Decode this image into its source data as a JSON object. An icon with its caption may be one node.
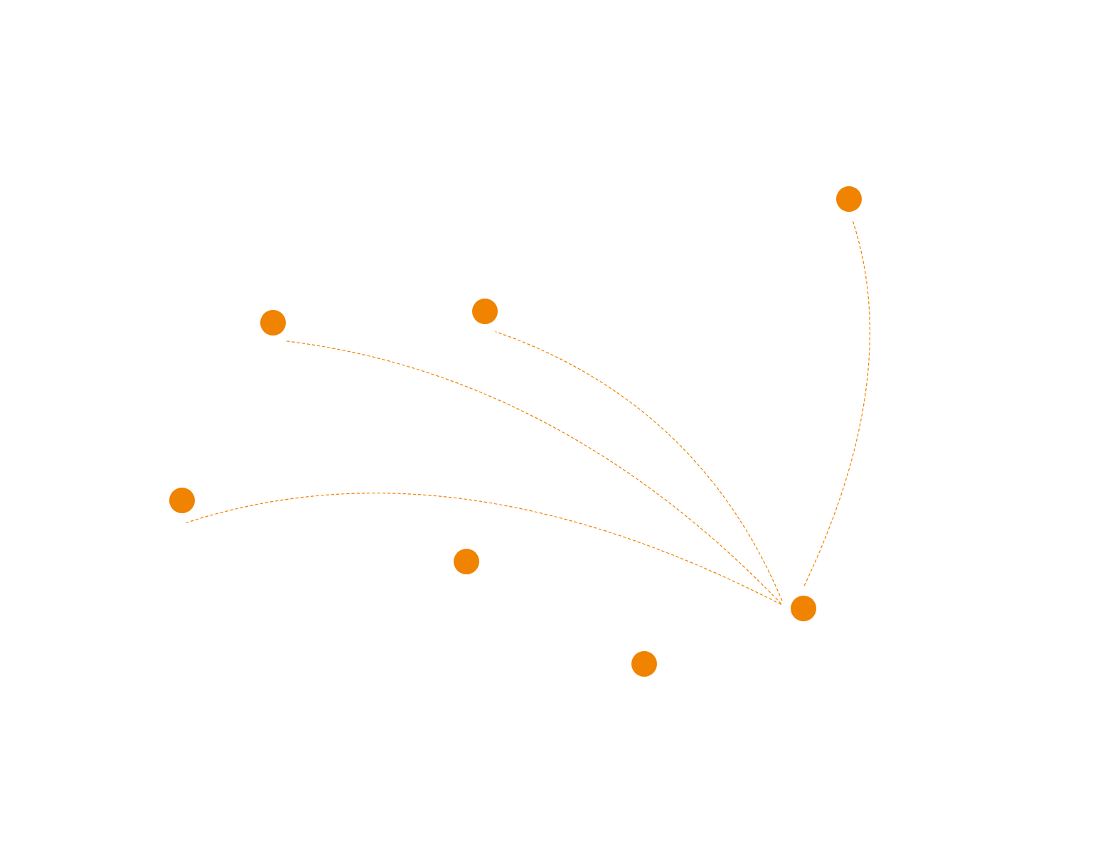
{
  "diagram": {
    "nodes": [
      {
        "text": [],
        "shape": "circle"
      },
      {
        "text": [],
        "shape": "circle"
      },
      {
        "text": [],
        "shape": "circle"
      },
      {
        "text": [],
        "shape": "circle"
      },
      {
        "text": [],
        "shape": "circle"
      },
      {
        "text": [],
        "shape": "circle"
      },
      {
        "text": [],
        "shape": "circle"
      }
    ],
    "edges": [
      {
        "from": 5,
        "to": 0,
        "arrow": "none",
        "style": "dashed"
      },
      {
        "from": 5,
        "to": 1,
        "arrow": "none",
        "style": "dashed"
      },
      {
        "from": 5,
        "to": 3,
        "arrow": "none",
        "style": "dashed"
      },
      {
        "from": 5,
        "to": 6,
        "arrow": "none",
        "style": "dashed"
      }
    ]
  }
}
